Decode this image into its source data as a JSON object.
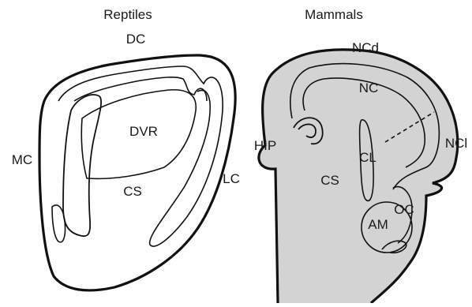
{
  "colors": {
    "fill": "#d3d3d3",
    "ink": "#111111",
    "cavity": "#ffffff",
    "background": "#ffffff"
  },
  "panels": {
    "reptiles": {
      "heading": "Reptiles",
      "labels": {
        "dc": "DC",
        "mc": "MC",
        "dvr": "DVR",
        "cs": "CS",
        "lc": "LC"
      }
    },
    "mammals": {
      "heading": "Mammals",
      "labels": {
        "ncd": "NCd",
        "nc": "NC",
        "hip": "HIP",
        "cs": "CS",
        "cl": "CL",
        "ncl": "NCl",
        "oc": "OC",
        "am": "AM"
      }
    }
  }
}
